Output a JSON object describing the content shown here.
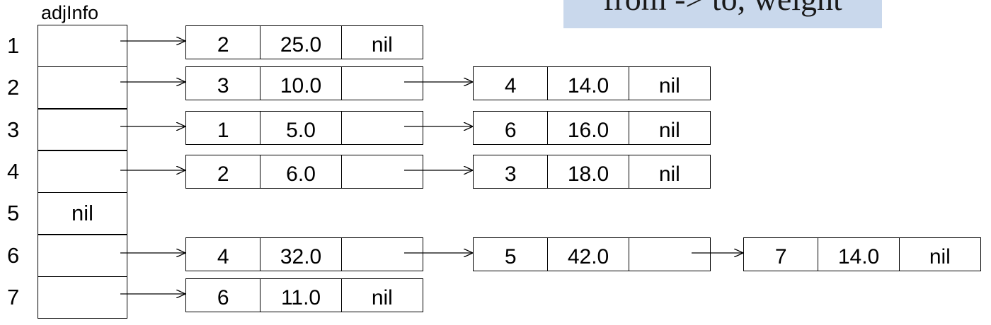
{
  "banner": {
    "text": "from -> to, weight"
  },
  "array": {
    "label": "adjInfo",
    "rows": [
      {
        "index": "1",
        "slot": "",
        "nodes": [
          {
            "to": "2",
            "weight": "25.0",
            "next": "nil"
          }
        ]
      },
      {
        "index": "2",
        "slot": "",
        "nodes": [
          {
            "to": "3",
            "weight": "10.0",
            "next": ""
          },
          {
            "to": "4",
            "weight": "14.0",
            "next": "nil"
          }
        ]
      },
      {
        "index": "3",
        "slot": "",
        "nodes": [
          {
            "to": "1",
            "weight": "5.0",
            "next": ""
          },
          {
            "to": "6",
            "weight": "16.0",
            "next": "nil"
          }
        ]
      },
      {
        "index": "4",
        "slot": "",
        "nodes": [
          {
            "to": "2",
            "weight": "6.0",
            "next": ""
          },
          {
            "to": "3",
            "weight": "18.0",
            "next": "nil"
          }
        ]
      },
      {
        "index": "5",
        "slot": "nil",
        "nodes": []
      },
      {
        "index": "6",
        "slot": "",
        "nodes": [
          {
            "to": "4",
            "weight": "32.0",
            "next": ""
          },
          {
            "to": "5",
            "weight": "42.0",
            "next": ""
          },
          {
            "to": "7",
            "weight": "14.0",
            "next": "nil"
          }
        ]
      },
      {
        "index": "7",
        "slot": "",
        "nodes": [
          {
            "to": "6",
            "weight": "11.0",
            "next": "nil"
          }
        ]
      }
    ]
  }
}
